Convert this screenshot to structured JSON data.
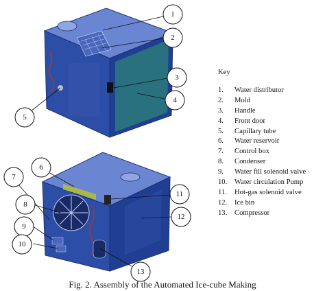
{
  "key": {
    "title": "Key",
    "items": [
      {
        "num": "1.",
        "label": "Water distributor"
      },
      {
        "num": "2.",
        "label": "Mold"
      },
      {
        "num": "3.",
        "label": "Handle"
      },
      {
        "num": "4.",
        "label": "Front door"
      },
      {
        "num": "5.",
        "label": "Capillary tube"
      },
      {
        "num": "6.",
        "label": "Water reservoir"
      },
      {
        "num": "7.",
        "label": "Control box"
      },
      {
        "num": "8.",
        "label": "Condenser"
      },
      {
        "num": "9.",
        "label": "Water fill solenoid valve"
      },
      {
        "num": "10.",
        "label": "Water circulation Pump"
      },
      {
        "num": "11.",
        "label": "Hot-gas solenoid valve"
      },
      {
        "num": "12.",
        "label": "Ice bin"
      },
      {
        "num": "13.",
        "label": "Compressor"
      }
    ]
  },
  "callouts": {
    "c1": "1",
    "c2": "2",
    "c3": "3",
    "c4": "4",
    "c5": "5",
    "c6": "6",
    "c7": "7",
    "c8": "8",
    "c9": "9",
    "c10": "10",
    "c11": "11",
    "c12": "12",
    "c13": "13"
  },
  "caption": "Fig. 2. Assembly of the Automated Ice-cube Making",
  "colors": {
    "body_top": "#5a78c9",
    "body_left": "#2d4ea6",
    "body_right": "#1f3a8c",
    "door": "#2c7a7a",
    "outline": "#1d2f73"
  }
}
